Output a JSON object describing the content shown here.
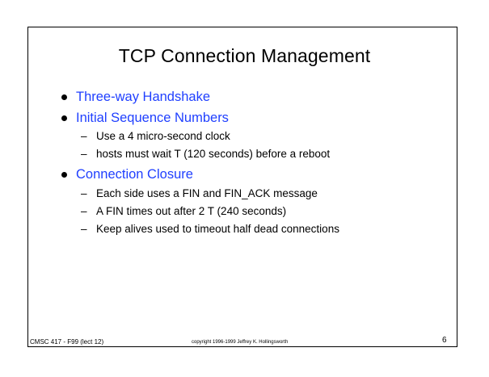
{
  "slide": {
    "title": "TCP Connection Management",
    "accent_color": "#1f3fff",
    "bullets": [
      {
        "label": "Three-way Handshake",
        "subitems": []
      },
      {
        "label": "Initial Sequence Numbers",
        "subitems": [
          "Use a 4 micro-second clock",
          "hosts must wait T (120 seconds) before a reboot"
        ]
      },
      {
        "label": "Connection Closure",
        "subitems": [
          "Each side uses a FIN and FIN_ACK message",
          "A FIN times out after 2 T (240 seconds)",
          "Keep alives used to timeout half dead connections"
        ]
      }
    ],
    "dash_glyph": "–",
    "footer": {
      "course": "CMSC 417 - F99  (lect 12)",
      "copyright": "copyright  1996-1999  Jeffrey K. Hollingsworth",
      "page_number": "6"
    }
  }
}
